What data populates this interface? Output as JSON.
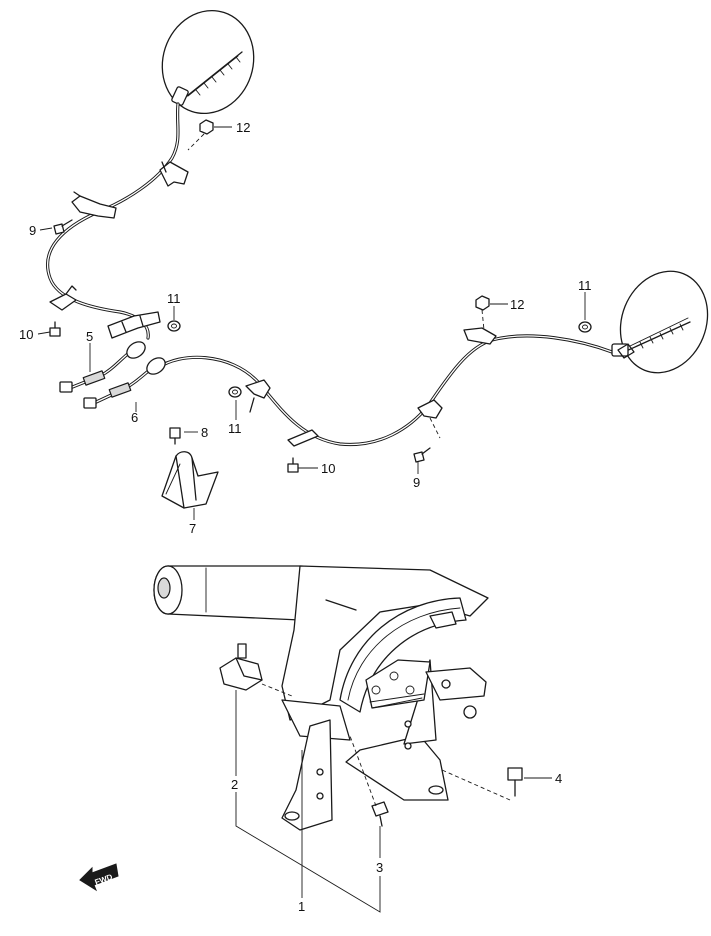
{
  "callouts": {
    "c1": "1",
    "c2": "2",
    "c3": "3",
    "c4": "4",
    "c5": "5",
    "c6": "6",
    "c7": "7",
    "c8": "8",
    "c9a": "9",
    "c9b": "9",
    "c10a": "10",
    "c10b": "10",
    "c11a": "11",
    "c11b": "11",
    "c11c": "11",
    "c12a": "12",
    "c12b": "12"
  },
  "fwd_arrow": {
    "label": "FWD",
    "icon": "forward-arrow-icon"
  }
}
